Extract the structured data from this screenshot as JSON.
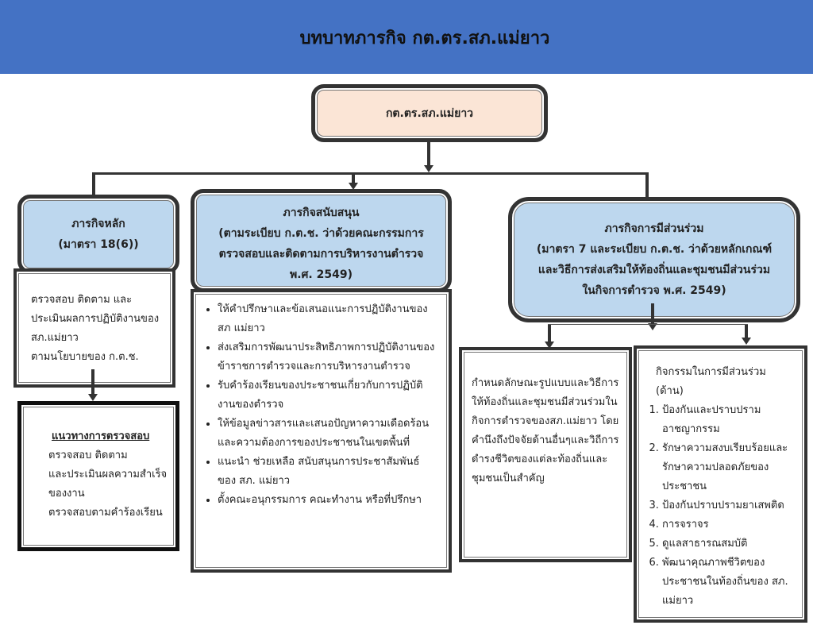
{
  "header": {
    "title": "บทบาทภารกิจ กต.ตร.สภ.แม่ยาว"
  },
  "top_box": {
    "label": "กต.ตร.สภ.แม่ยาว"
  },
  "main_mission": {
    "title": "ภารกิจหลัก",
    "subtitle": "(มาตรา 18(6))",
    "content": [
      "ตรวจสอบ ติดตาม และ",
      "ประเมินผลการปฏิบัติงานของ",
      "สภ.แม่ยาว",
      "ตามนโยบายของ ก.ต.ช."
    ],
    "guideline": {
      "heading": "แนวทางการตรวจสอบ",
      "lines": [
        "ตรวจสอบ ติดตาม",
        "และประเมินผลความสำเร็จ",
        "ของงาน",
        "ตรวจสอบตามคำร้องเรียน"
      ]
    }
  },
  "support_mission": {
    "title": "ภารกิจสนับสนุน",
    "subtitle_lines": [
      "(ตามระเบียบ ก.ต.ช. ว่าด้วยคณะกรรมการ",
      "ตรวจสอบและติดตามการบริหารงานตำรวจ",
      "พ.ศ. 2549)"
    ],
    "items": [
      "ให้คำปรึกษาและข้อเสนอแนะการปฏิบัติงานของ สภ แม่ยาว",
      "ส่งเสริมการพัฒนาประสิทธิภาพการปฏิบัติงานของข้าราชการตำรวจและการบริหารงานตำรวจ",
      "รับคำร้องเรียนของประชาชนเกี่ยวกับการปฏิบัติงานของตำรวจ",
      "ให้ข้อมูลข่าวสารและเสนอปัญหาความเดือดร้อนและความต้องการของประชาชนในเขตพื้นที่",
      "แนะนำ ช่วยเหลือ สนับสนุนการประชาสัมพันธ์ ของ สภ. แม่ยาว",
      "ตั้งคณะอนุกรรมการ คณะทำงาน หรือที่ปรึกษา"
    ]
  },
  "participation_mission": {
    "title": "ภารกิจการมีส่วนร่วม",
    "subtitle_lines": [
      "(มาตรา 7 และระเบียบ ก.ต.ช. ว่าด้วยหลักเกณฑ์",
      "และวิธีการส่งเสริมให้ท้องถิ่นและชุมชนมีส่วนร่วม",
      "ในกิจการตำรวจ พ.ศ. 2549)"
    ],
    "left_text": "กำหนดลักษณะรูปแบบและวิธีการให้ท้องถิ่นและชุมชนมีส่วนร่วมในกิจการตำรวจของสภ.แม่ยาว โดยคำนึงถึงปัจจัยด้านอื่นๆและวิถีการดำรงชีวิตของแต่ละท้องถิ่นและชุมชนเป็นสำคัญ",
    "activities_heading": "กิจกรรมในการมีส่วนร่วม (ด้าน)",
    "activities": [
      "ป้องกันและปราบปรามอาชญากรรม",
      "รักษาความสงบเรียบร้อยและรักษาความปลอดภัยของประชาชน",
      "ป้องกันปราบปรามยาเสพติด",
      "การจราจร",
      "ดูแลสาธารณสมบัติ",
      "พัฒนาคุณภาพชีวิตของประชาชนในท้องถิ่นของ สภ. แม่ยาว"
    ]
  },
  "colors": {
    "header": "#4472c4",
    "mission_fill": "#bdd7ee",
    "top_fill": "#fbe5d6"
  }
}
